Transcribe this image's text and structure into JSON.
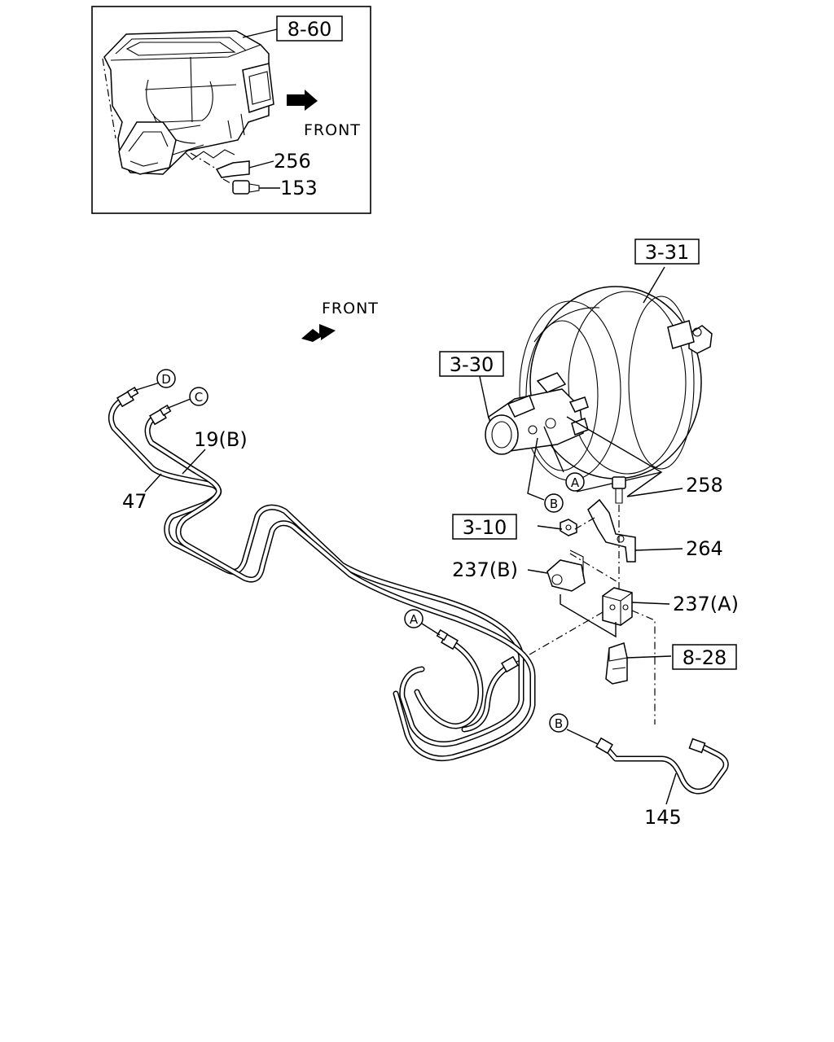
{
  "inset": {
    "ref": "8-60",
    "front": "FRONT",
    "parts": [
      "256",
      "153"
    ]
  },
  "main": {
    "front": "FRONT",
    "refs": [
      "3-31",
      "3-30",
      "3-10",
      "8-28"
    ],
    "parts": [
      "258",
      "264",
      "237(B)",
      "237(A)",
      "19(B)",
      "47",
      "145"
    ],
    "markers": [
      "D",
      "C",
      "A",
      "B",
      "A",
      "B"
    ]
  }
}
